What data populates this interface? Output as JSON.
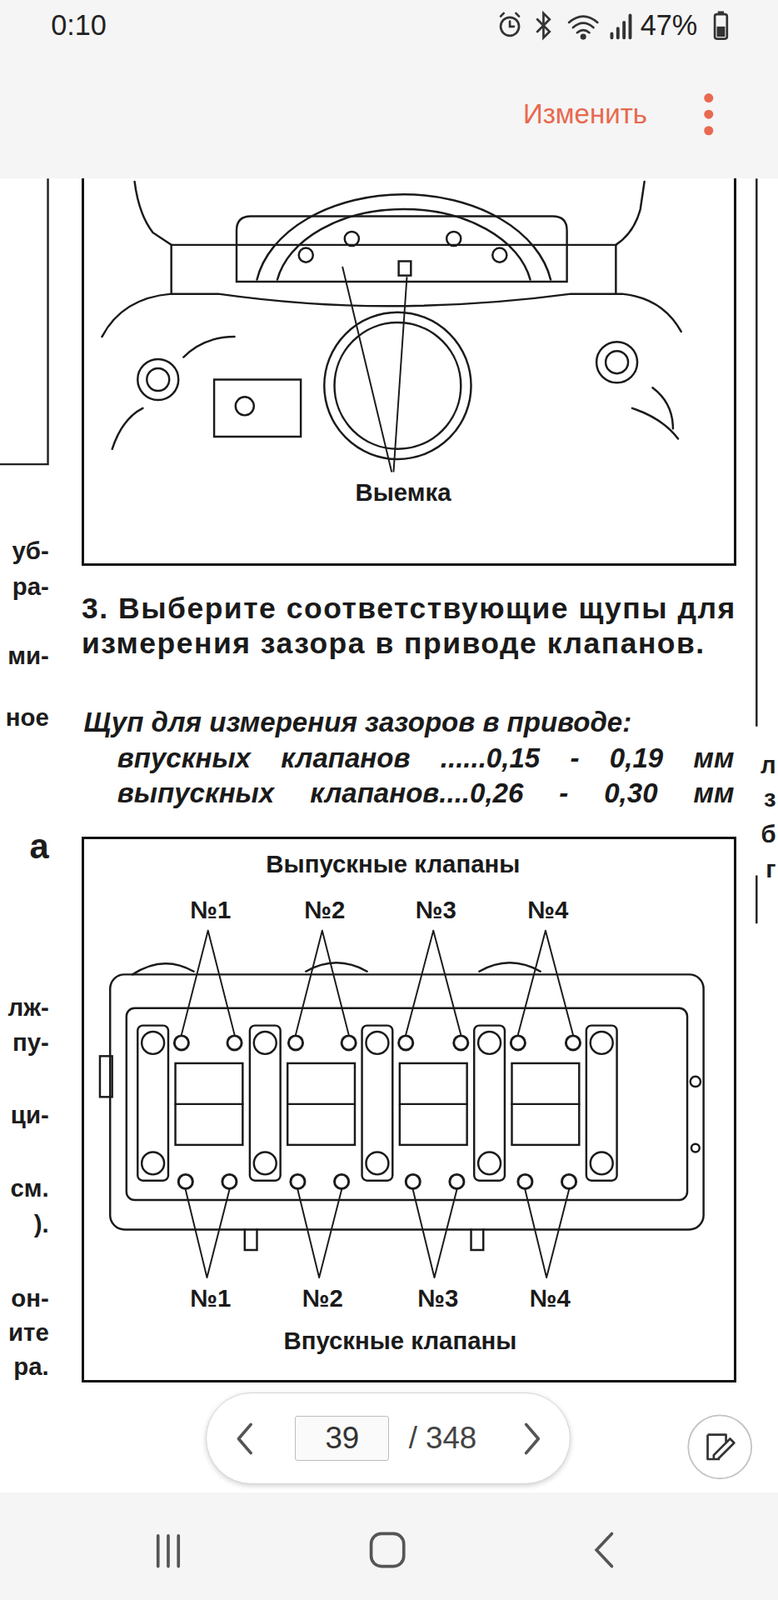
{
  "diagram": {
    "nodes": [
      {
        "text": [
          "Выемка"
        ]
      },
      {
        "text": [
          "Выпускные клапаны",
          "№1",
          "№2",
          "№3",
          "№4",
          "№1",
          "№2",
          "№3",
          "№4",
          "Впускные клапаны"
        ]
      },
      {
        "text": [
          "/ 348"
        ]
      },
      {
        "text": [
          "39"
        ],
        "in": 2
      }
    ],
    "labels": [
      "0:10",
      "47%",
      "Изменить",
      "уб-",
      "ра-",
      "ми-",
      "ное",
      "а",
      "лж-",
      "пу-",
      "ци-",
      "см.",
      ").",
      "он-",
      "ите",
      "ра.",
      "л",
      "з",
      "б",
      "г",
      "3. Выберите соответствующие щупы для измерения зазора в приводе клапанов.",
      "Щуп для измерения зазоров в приводе:",
      "впускных клапанов ......0,15 - 0,19 мм",
      "выпускных клапанов....0,26 - 0,30 мм"
    ]
  }
}
